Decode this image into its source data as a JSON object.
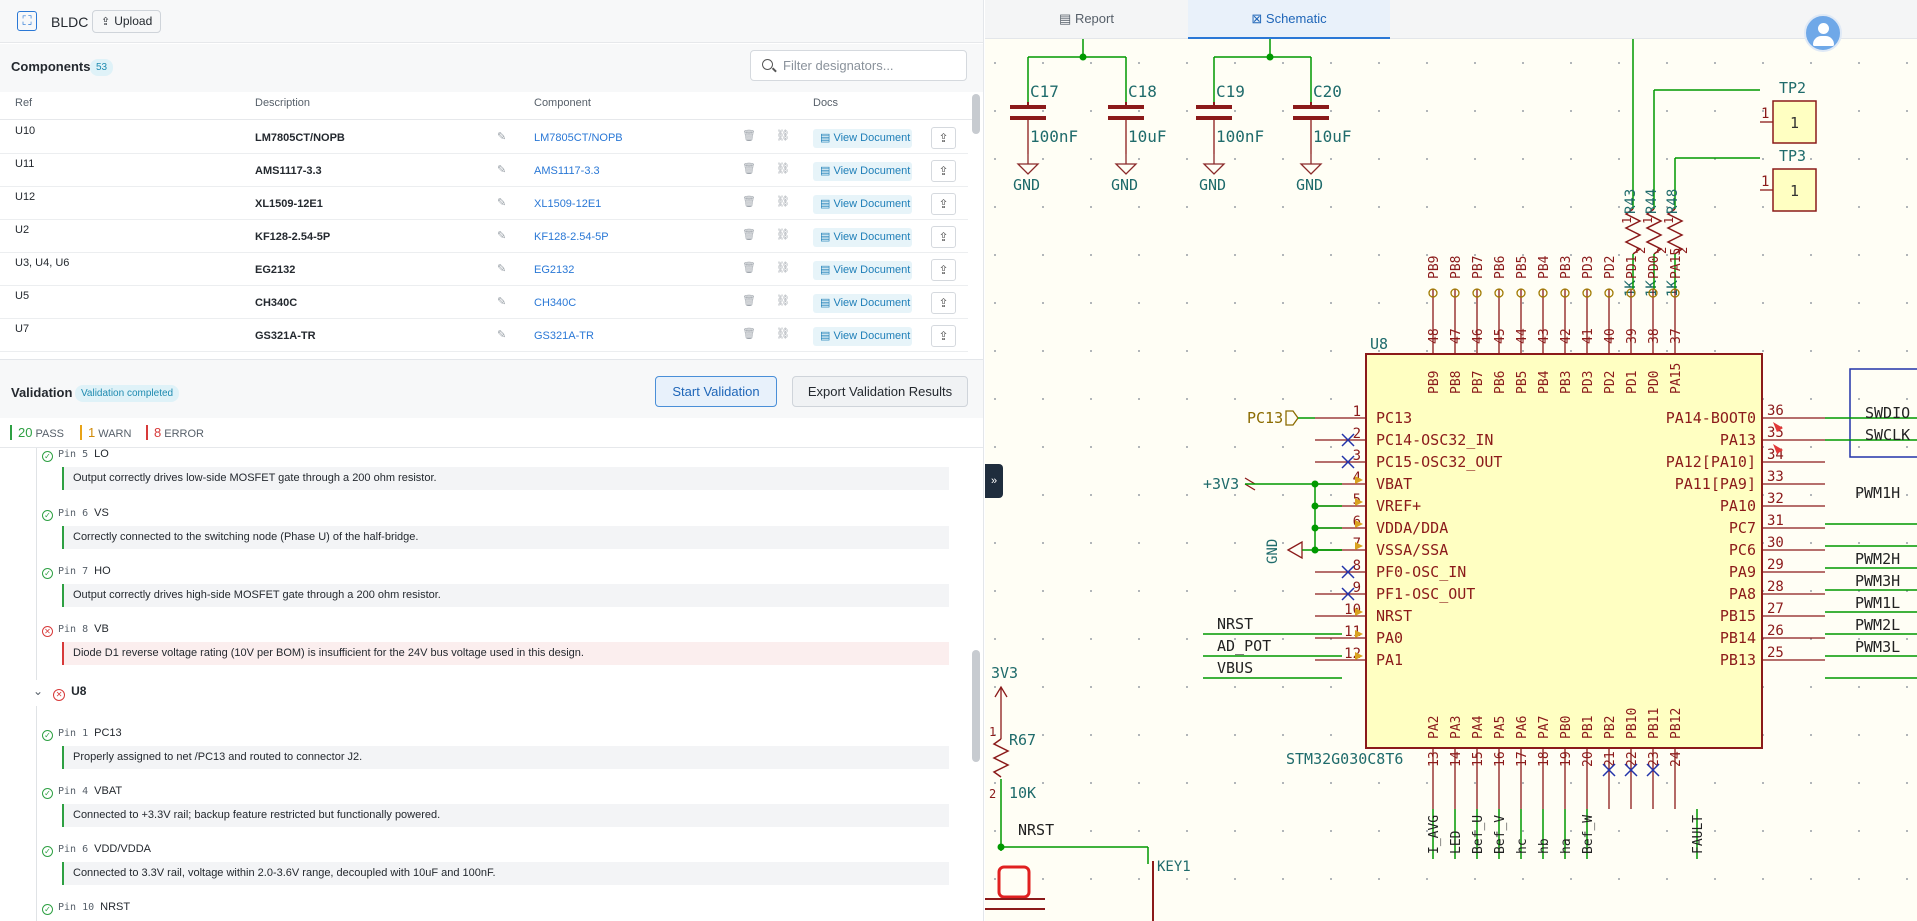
{
  "app": {
    "project_name": "BLDC",
    "upload_label": "Upload"
  },
  "components": {
    "title": "Components",
    "count": "53",
    "filter_placeholder": "Filter designators...",
    "columns": {
      "ref": "Ref",
      "description": "Description",
      "component": "Component",
      "docs": "Docs"
    },
    "view_label": "View Document",
    "rows": [
      {
        "ref": "U10",
        "description": "LM7805CT/NOPB",
        "component": "LM7805CT/NOPB"
      },
      {
        "ref": "U11",
        "description": "AMS1117-3.3",
        "component": "AMS1117-3.3"
      },
      {
        "ref": "U12",
        "description": "XL1509-12E1",
        "component": "XL1509-12E1"
      },
      {
        "ref": "U2",
        "description": "KF128-2.54-5P",
        "component": "KF128-2.54-5P"
      },
      {
        "ref": "U3, U4, U6",
        "description": "EG2132",
        "component": "EG2132"
      },
      {
        "ref": "U5",
        "description": "CH340C",
        "component": "CH340C"
      },
      {
        "ref": "U7",
        "description": "GS321A-TR",
        "component": "GS321A-TR"
      }
    ]
  },
  "validation": {
    "title": "Validation",
    "status": "Validation completed",
    "start_label": "Start Validation",
    "export_label": "Export Validation Results",
    "pass_count": "20",
    "pass_label": "PASS",
    "warn_count": "1",
    "warn_label": "WARN",
    "error_count": "8",
    "error_label": "ERROR",
    "group_u8": "U8",
    "items": [
      {
        "pin": "Pin 5",
        "name": "LO",
        "status": "pass",
        "message": "Output correctly drives low-side MOSFET gate through a 200 ohm resistor."
      },
      {
        "pin": "Pin 6",
        "name": "VS",
        "status": "pass",
        "message": "Correctly connected to the switching node (Phase U) of the half-bridge."
      },
      {
        "pin": "Pin 7",
        "name": "HO",
        "status": "pass",
        "message": "Output correctly drives high-side MOSFET gate through a 200 ohm resistor."
      },
      {
        "pin": "Pin 8",
        "name": "VB",
        "status": "error",
        "message": "Diode D1 reverse voltage rating (10V per BOM) is insufficient for the 24V bus voltage used in this design."
      },
      {
        "pin": "Pin 1",
        "name": "PC13",
        "status": "pass",
        "message": "Properly assigned to net /PC13 and routed to connector J2."
      },
      {
        "pin": "Pin 4",
        "name": "VBAT",
        "status": "pass",
        "message": "Connected to +3.3V rail; backup feature restricted but functionally powered."
      },
      {
        "pin": "Pin 6",
        "name": "VDD/VDDA",
        "status": "pass",
        "message": "Connected to 3.3V rail, voltage within 2.0-3.6V range, decoupled with 10uF and 100nF."
      },
      {
        "pin": "Pin 10",
        "name": "NRST",
        "status": "pass",
        "message": ""
      }
    ]
  },
  "tabs": {
    "report": "Report",
    "schematic": "Schematic"
  },
  "schematic": {
    "caps": [
      {
        "ref": "C17",
        "value": "100nF"
      },
      {
        "ref": "C18",
        "value": "10uF"
      },
      {
        "ref": "C19",
        "value": "100nF"
      },
      {
        "ref": "C20",
        "value": "10uF"
      }
    ],
    "gnd": "GND",
    "testpoints": [
      "TP2",
      "TP3"
    ],
    "tp_pin": "1",
    "resistors": [
      "R43",
      "R44",
      "R48"
    ],
    "res_value": "1K",
    "chip_ref": "U8",
    "chip_part": "STM32G030C8T6",
    "top_pins": [
      "PB9",
      "PB8",
      "PB7",
      "PB6",
      "PB5",
      "PB4",
      "PB3",
      "PD3",
      "PD2",
      "PD1",
      "PD0",
      "PA15"
    ],
    "top_nums": [
      "48",
      "47",
      "46",
      "45",
      "44",
      "43",
      "42",
      "41",
      "40",
      "39",
      "38",
      "37"
    ],
    "left_pins": [
      "PC13",
      "PC14-OSC32_IN",
      "PC15-OSC32_OUT",
      "VBAT",
      "VREF+",
      "VDDA/DDA",
      "VSSA/SSA",
      "PF0-OSC_IN",
      "PF1-OSC_OUT",
      "NRST",
      "PA0",
      "PA1"
    ],
    "left_nums": [
      "1",
      "2",
      "3",
      "4",
      "5",
      "6",
      "7",
      "8",
      "9",
      "10",
      "11",
      "12"
    ],
    "right_pins": [
      "PA14-BOOT0",
      "PA13",
      "PA12[PA10]",
      "PA11[PA9]",
      "PA10",
      "PC7",
      "PC6",
      "PA9",
      "PA8",
      "PB15",
      "PB14",
      "PB13"
    ],
    "right_nums": [
      "36",
      "35",
      "34",
      "33",
      "32",
      "31",
      "30",
      "29",
      "28",
      "27",
      "26",
      "25"
    ],
    "bottom_pins": [
      "PA2",
      "PA3",
      "PA4",
      "PA5",
      "PA6",
      "PA7",
      "PB0",
      "PB1",
      "PB2",
      "PB10",
      "PB11",
      "PB12"
    ],
    "bottom_nums": [
      "13",
      "14",
      "15",
      "16",
      "17",
      "18",
      "19",
      "20",
      "21",
      "22",
      "23",
      "24"
    ],
    "bottom_nets": [
      "I_AVG",
      "LED",
      "Bef_U",
      "Bef_V",
      "hc",
      "hb",
      "ha",
      "Bef_W",
      "FAULT"
    ],
    "right_nets": [
      "SWDIO",
      "SWCLK",
      "PWM1H",
      "PWM2H",
      "PWM3H",
      "PWM1L",
      "PWM2L",
      "PWM3L"
    ],
    "left_nets": [
      "PC13",
      "+3V3",
      "GND",
      "NRST",
      "AD_POT",
      "VBUS"
    ],
    "rail_3v3": "3V3",
    "r67": "R67",
    "r67_value": "10K",
    "nrst_label": "NRST",
    "key_ref": "KEY1",
    "r_pin1": "1",
    "r_pin2": "2"
  }
}
